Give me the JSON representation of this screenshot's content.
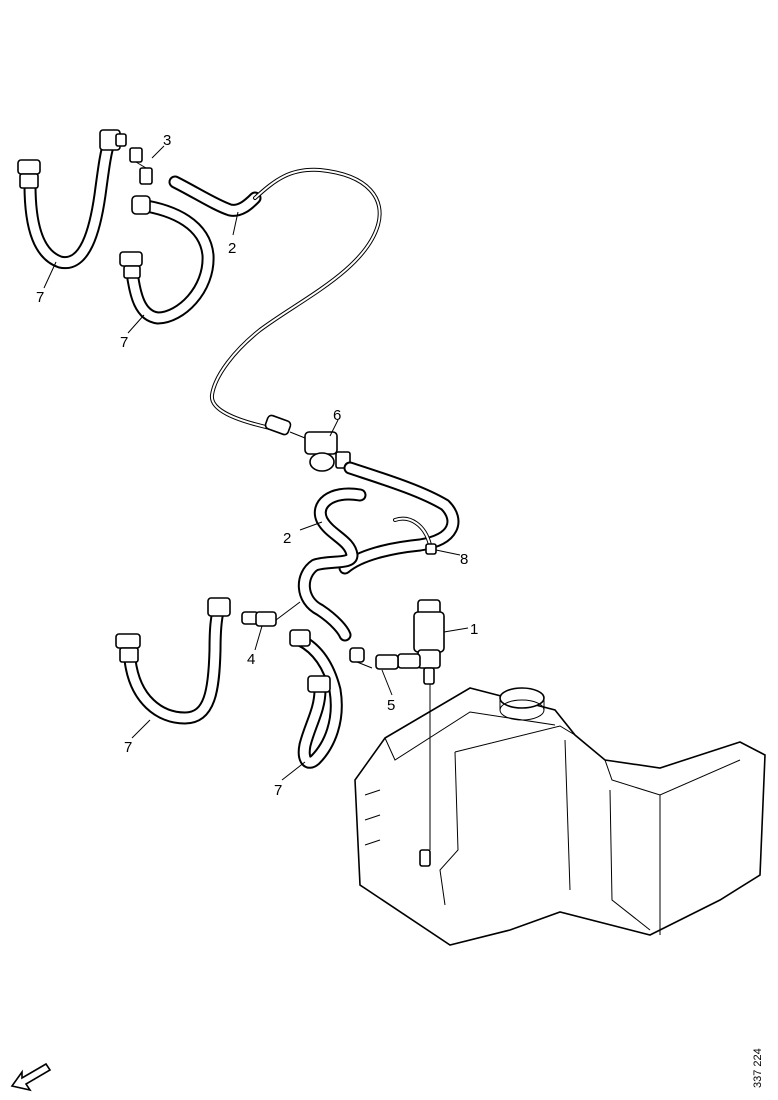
{
  "callouts": {
    "c1": "1",
    "c2a": "2",
    "c2b": "2",
    "c3": "3",
    "c4": "4",
    "c5": "5",
    "c6": "6",
    "c7a": "7",
    "c7b": "7",
    "c7c": "7",
    "c7d": "7",
    "c8": "8"
  },
  "reference_code": "337 224",
  "icons": {
    "orientation": "arrow-icon"
  }
}
